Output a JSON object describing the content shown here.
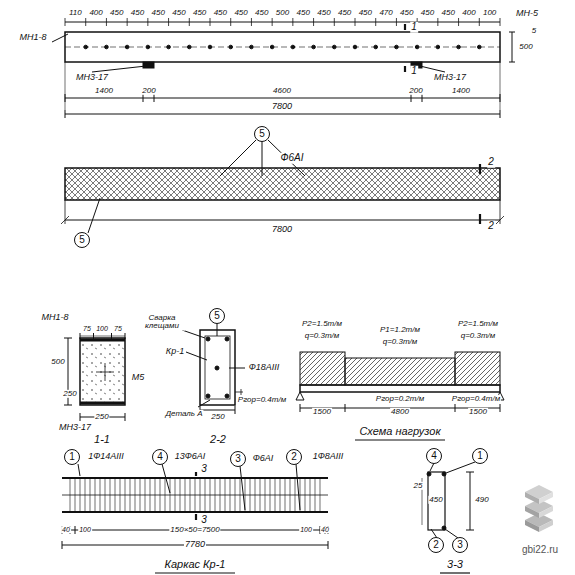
{
  "diagram": {
    "nodes": [
      {
        "text": [
          "5"
        ]
      },
      {
        "text": [
          "5"
        ]
      },
      {
        "text": [
          "5"
        ]
      },
      {
        "text": [
          "1"
        ]
      },
      {
        "text": [
          "4"
        ]
      },
      {
        "text": [
          "3"
        ]
      },
      {
        "text": [
          "2"
        ]
      },
      {
        "text": [
          "4"
        ]
      },
      {
        "text": [
          "1"
        ]
      },
      {
        "text": [
          "2"
        ]
      },
      {
        "text": [
          "3"
        ]
      }
    ],
    "labels": [
      "110",
      "400",
      "450",
      "450",
      "450",
      "450",
      "450",
      "450",
      "450",
      "450",
      "500",
      "450",
      "450",
      "450",
      "450",
      "470",
      "450",
      "450",
      "450",
      "400",
      "100",
      "МН-5",
      "МН1-8",
      "1",
      "1",
      "500",
      "5",
      "МН3-17",
      "МН3-17",
      "1400",
      "200",
      "4600",
      "200",
      "1400",
      "7800",
      "Ф6АI",
      "2",
      "2",
      "7800",
      "МН1-8",
      "75",
      "100",
      "75",
      "500",
      "250",
      "М5",
      "МН3-17",
      "250",
      "1-1",
      "Сварка клещами",
      "Кр-1",
      "Ф18АIII",
      "Ргор=0.4т/м",
      "Деталь А",
      "250",
      "2-2",
      "Р2=1.5т/м",
      "q=0.3т/м",
      "Р1=1.2т/м",
      "q=0.3т/м",
      "Р2=1.5т/м",
      "q=0.3т/м",
      "Ргор=0.2т/м",
      "Ргор=0.4т/м",
      "1500",
      "4800",
      "1500",
      "Схема нагрузок",
      "1Ф14АIII",
      "13Ф6АI",
      "Ф6АI",
      "1Ф8АIII",
      "3",
      "3",
      "40",
      "100",
      "150×50=7500",
      "100",
      "40",
      "7780",
      "Каркас Кр-1",
      "25",
      "450",
      "490",
      "3-3",
      "gbi22.ru"
    ]
  }
}
